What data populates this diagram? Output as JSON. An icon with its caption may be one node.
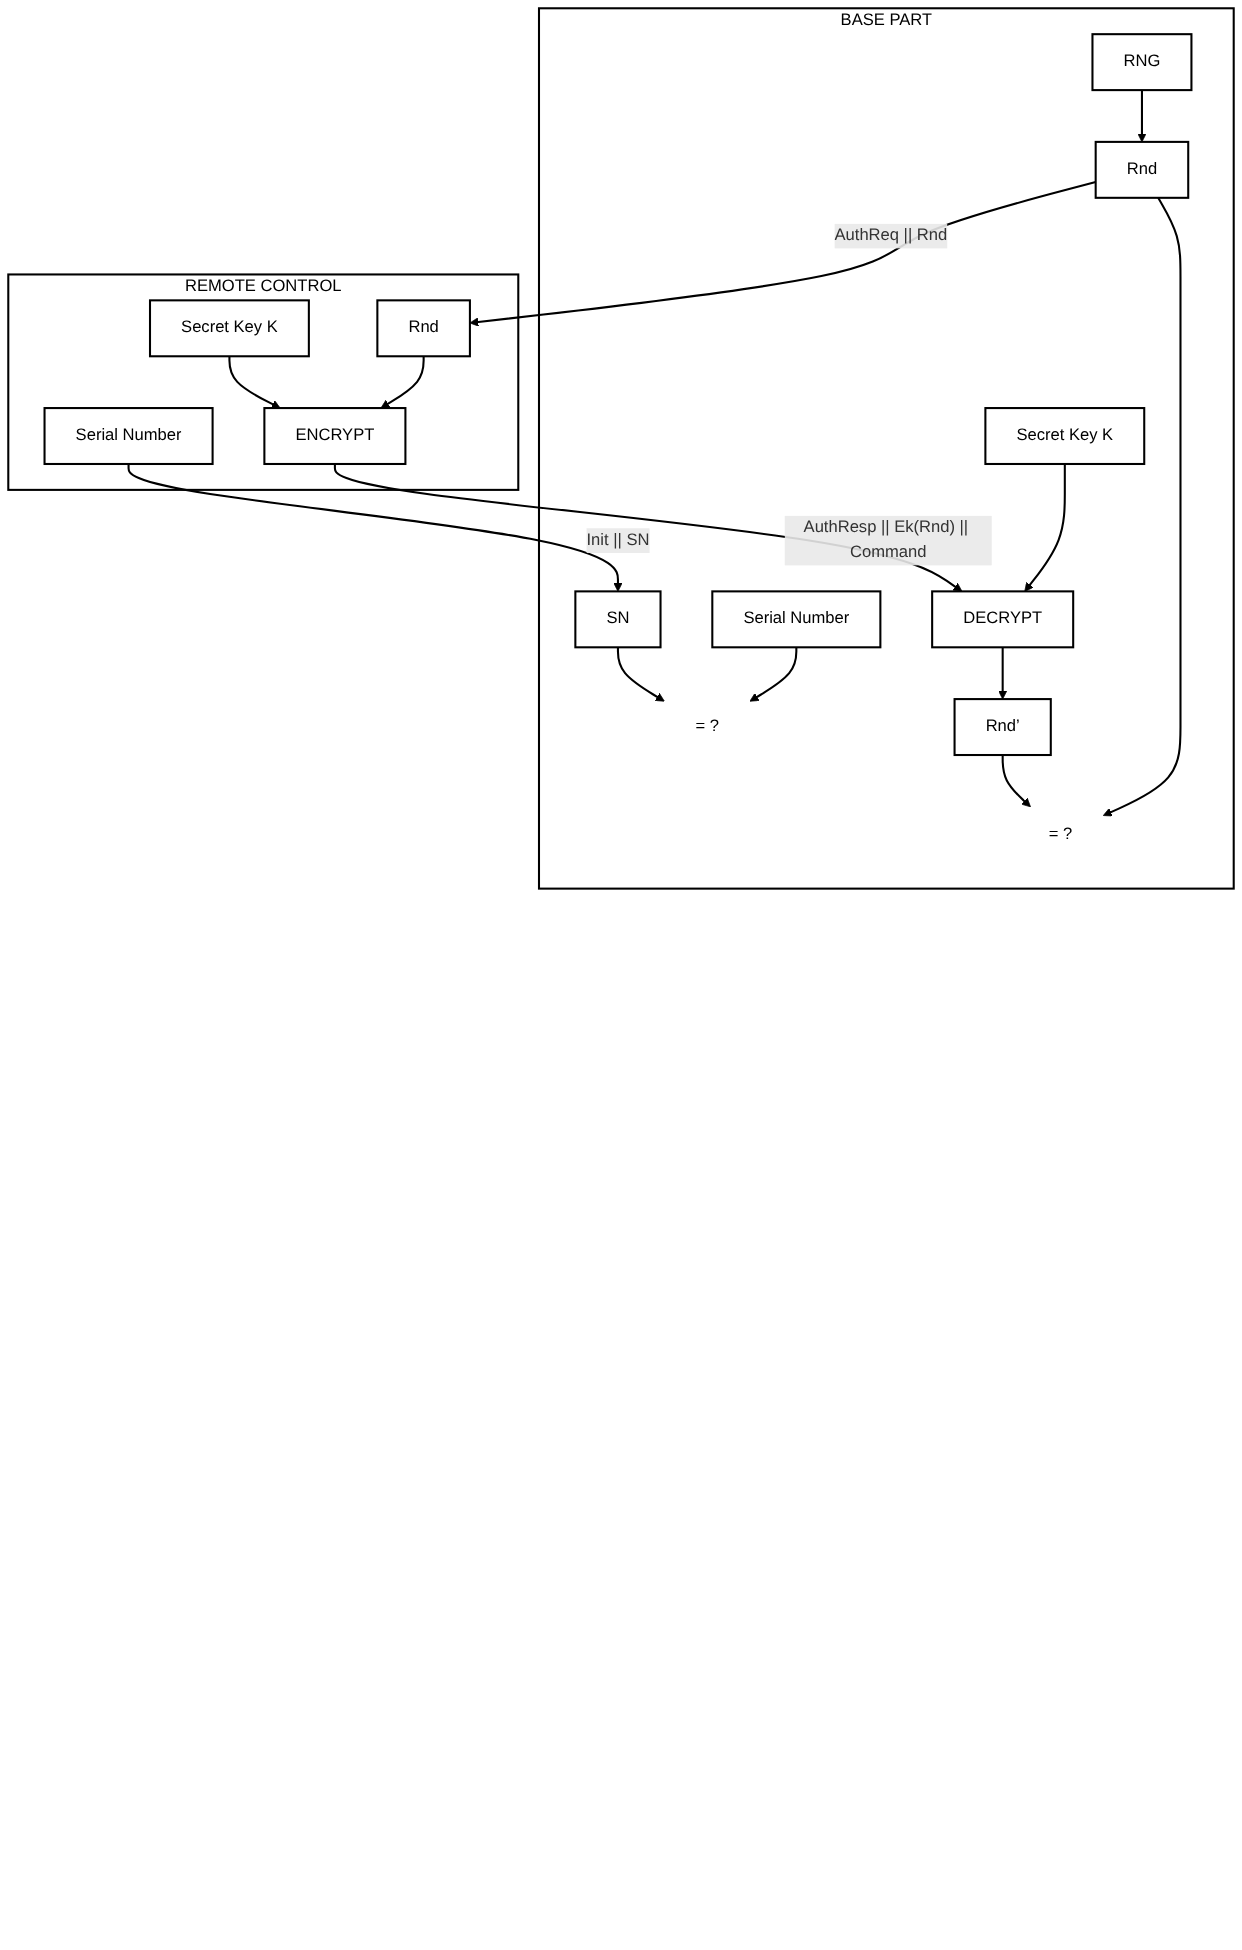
{
  "diagram": {
    "nodes": [
      {
        "text": [
          "BASE PART"
        ]
      },
      {
        "text": [
          "Serial Number"
        ],
        "in": 0
      },
      {
        "text": [
          "= ?"
        ],
        "in": 0
      },
      {
        "text": [
          "SN"
        ],
        "in": 0
      },
      {
        "text": [
          "RNG"
        ],
        "in": 0
      },
      {
        "text": [
          "Rnd"
        ],
        "in": 0
      },
      {
        "text": [
          "= ?"
        ],
        "in": 0
      },
      {
        "text": [
          "Rnd’"
        ],
        "in": 0
      },
      {
        "text": [
          "DECRYPT"
        ],
        "in": 0
      },
      {
        "text": [
          "Secret Key K"
        ],
        "in": 0
      },
      {
        "text": [
          "REMOTE CONTROL"
        ]
      },
      {
        "text": [
          "Serial Number"
        ],
        "in": 10
      },
      {
        "text": [
          "Rnd"
        ],
        "in": 10
      },
      {
        "text": [
          "ENCRYPT"
        ],
        "in": 10
      },
      {
        "text": [
          "Secret Key K"
        ],
        "in": 10
      }
    ],
    "edges": [
      {
        "from": 1,
        "to": 2,
        "arrow": "to"
      },
      {
        "from": 3,
        "to": 2,
        "arrow": "to"
      },
      {
        "from": 11,
        "to": 3,
        "arrow": "to",
        "label": "Init || SN"
      },
      {
        "from": 4,
        "to": 5,
        "arrow": "to"
      },
      {
        "from": 5,
        "to": 6,
        "arrow": "to"
      },
      {
        "from": 7,
        "to": 6,
        "arrow": "to"
      },
      {
        "from": 8,
        "to": 7,
        "arrow": "to"
      },
      {
        "from": 9,
        "to": 8,
        "arrow": "to"
      },
      {
        "from": 5,
        "to": 12,
        "arrow": "to",
        "label": "AuthReq || Rnd"
      },
      {
        "from": 12,
        "to": 13,
        "arrow": "to"
      },
      {
        "from": 13,
        "to": 8,
        "arrow": "to",
        "label": "AuthResp || Ek(Rnd) || Command"
      },
      {
        "from": 14,
        "to": 13,
        "arrow": "to"
      }
    ]
  }
}
